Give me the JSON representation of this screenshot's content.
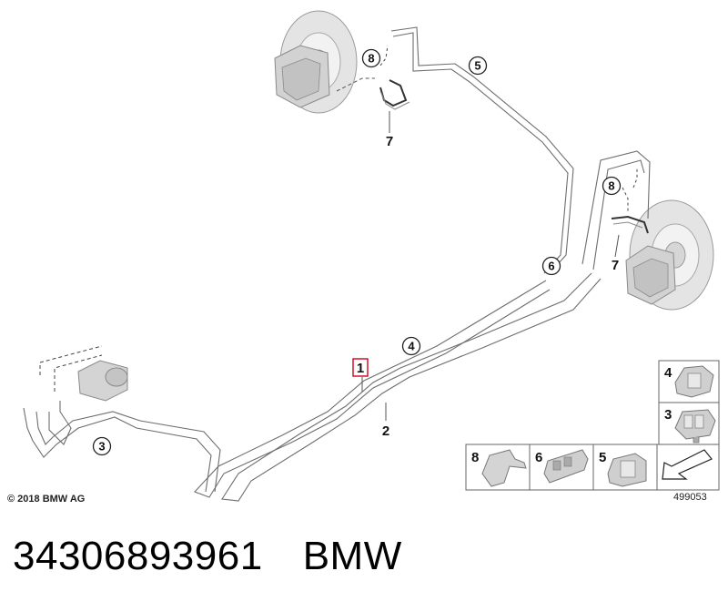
{
  "callouts": {
    "c1": "1",
    "c2": "2",
    "c3": "3",
    "c4": "4",
    "c5": "5",
    "c6": "6",
    "c7a": "7",
    "c7b": "7",
    "c8a": "8",
    "c8b": "8"
  },
  "legend": {
    "item4": "4",
    "item3": "3",
    "item8": "8",
    "item6": "6",
    "item5": "5"
  },
  "copyright": "© 2018 BMW AG",
  "drawing_id": "499053",
  "caption": {
    "part_number": "34306893961",
    "brand": "BMW"
  },
  "colors": {
    "line": "#6e6e6e",
    "highlight": "#d0021b",
    "part_grey": "#c8c8c8"
  }
}
